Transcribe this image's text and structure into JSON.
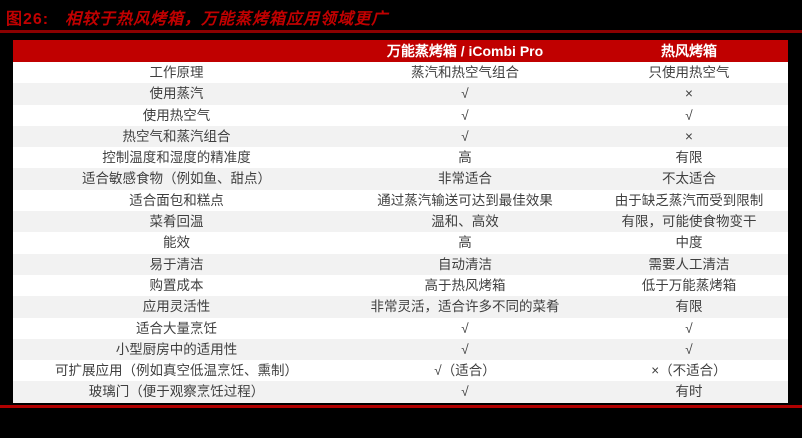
{
  "figure": {
    "label": "图26:",
    "title": "相较于热风烤箱，万能蒸烤箱应用领域更广"
  },
  "table": {
    "headers": [
      "",
      "万能蒸烤箱 / iCombi Pro",
      "热风烤箱"
    ],
    "rows": [
      {
        "feature": "工作原理",
        "combi": "蒸汽和热空气组合",
        "hot_air": "只使用热空气"
      },
      {
        "feature": "使用蒸汽",
        "combi": "√",
        "hot_air": "×"
      },
      {
        "feature": "使用热空气",
        "combi": "√",
        "hot_air": "√"
      },
      {
        "feature": "热空气和蒸汽组合",
        "combi": "√",
        "hot_air": "×"
      },
      {
        "feature": "控制温度和湿度的精准度",
        "combi": "高",
        "hot_air": "有限"
      },
      {
        "feature": "适合敏感食物（例如鱼、甜点）",
        "combi": "非常适合",
        "hot_air": "不太适合"
      },
      {
        "feature": "适合面包和糕点",
        "combi": "通过蒸汽输送可达到最佳效果",
        "hot_air": "由于缺乏蒸汽而受到限制"
      },
      {
        "feature": "菜肴回温",
        "combi": "温和、高效",
        "hot_air": "有限，可能使食物变干"
      },
      {
        "feature": "能效",
        "combi": "高",
        "hot_air": "中度"
      },
      {
        "feature": "易于清洁",
        "combi": "自动清洁",
        "hot_air": "需要人工清洁"
      },
      {
        "feature": "购置成本",
        "combi": "高于热风烤箱",
        "hot_air": "低于万能蒸烤箱"
      },
      {
        "feature": "应用灵活性",
        "combi": "非常灵活，适合许多不同的菜肴",
        "hot_air": "有限"
      },
      {
        "feature": "适合大量烹饪",
        "combi": "√",
        "hot_air": "√"
      },
      {
        "feature": "小型厨房中的适用性",
        "combi": "√",
        "hot_air": "√"
      },
      {
        "feature": "可扩展应用（例如真空低温烹饪、熏制）",
        "combi": "√（适合）",
        "hot_air": "×（不适合）"
      },
      {
        "feature": "玻璃门（便于观察烹饪过程）",
        "combi": "√",
        "hot_air": "有时"
      }
    ]
  },
  "symbols": {
    "check": "√",
    "cross": "×"
  },
  "colors": {
    "page_background": "#000000",
    "title_red": "#c00000",
    "title_rule_dark_red": "#8b0000",
    "header_bg_red": "#c00000",
    "header_text": "#ffffff",
    "row_alt_bg": "#f2f2f2",
    "body_text": "#3f3f3f",
    "bottom_rule_red": "#b00000"
  }
}
